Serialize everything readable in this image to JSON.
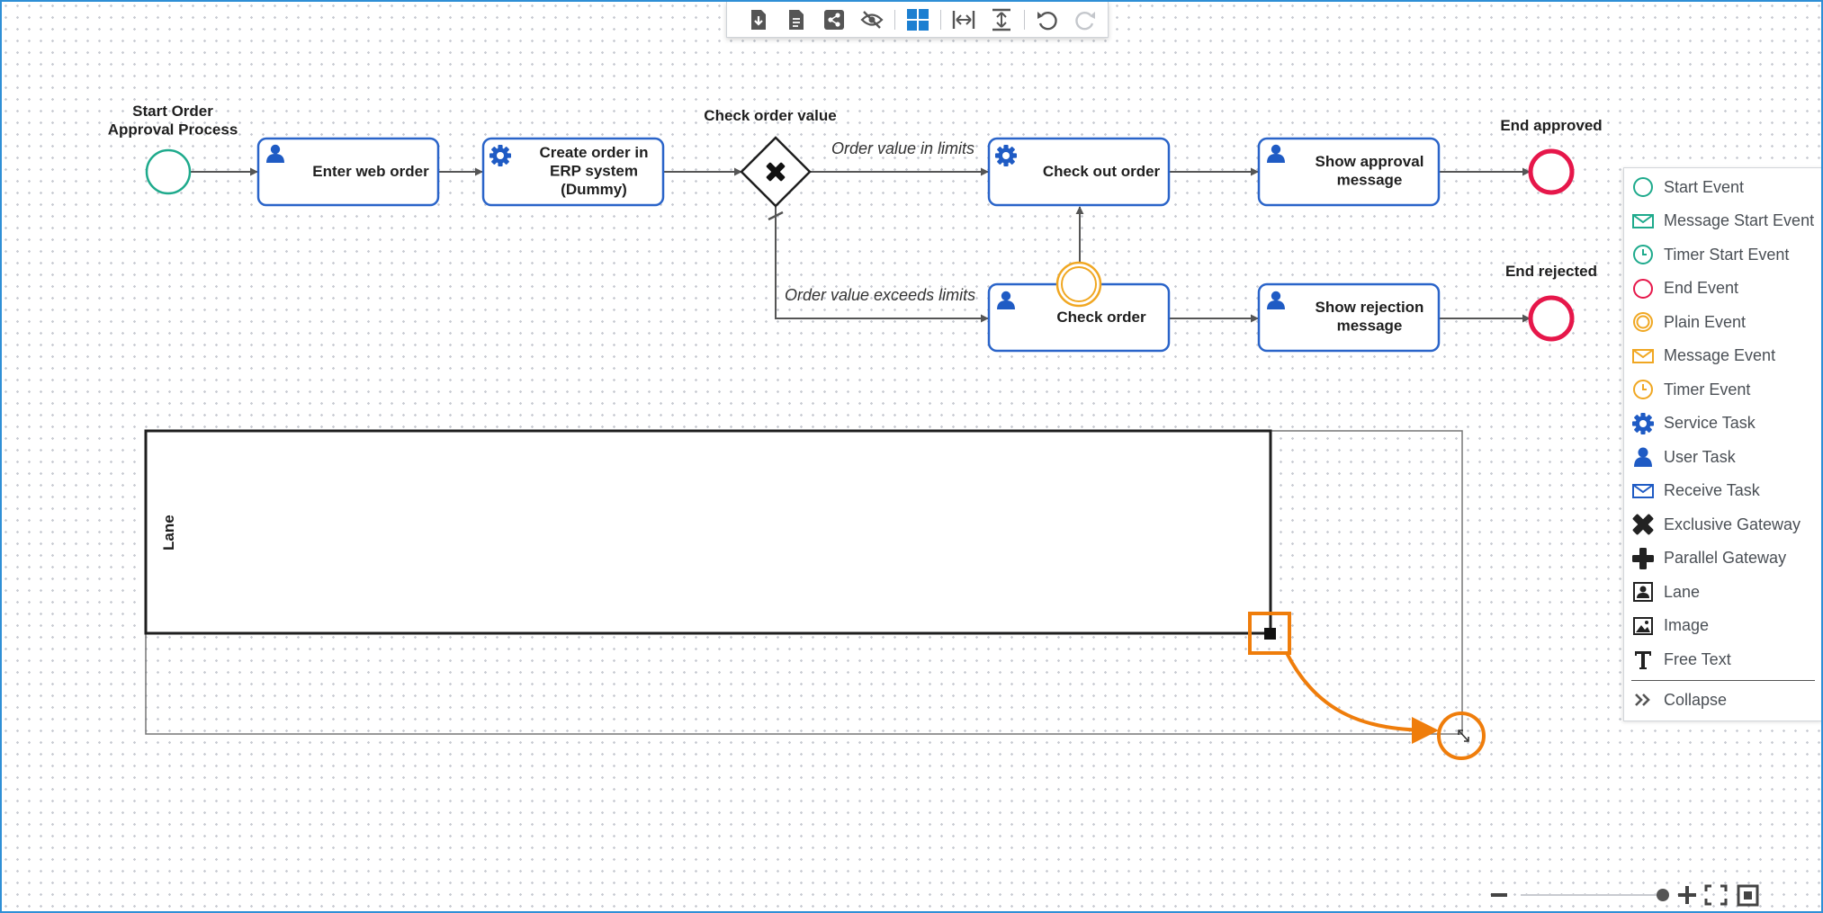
{
  "toolbar": {
    "buttons": [
      {
        "name": "download-icon"
      },
      {
        "name": "document-icon"
      },
      {
        "name": "share-icon"
      },
      {
        "name": "hide-icon"
      },
      {
        "name": "layout-grid-icon"
      },
      {
        "name": "fit-width-icon"
      },
      {
        "name": "fit-height-icon"
      },
      {
        "name": "undo-icon"
      },
      {
        "name": "redo-icon"
      }
    ]
  },
  "diagram": {
    "start_event_label": "Start Order\nApproval Process",
    "tasks": {
      "enter_web_order": "Enter web order",
      "create_order": "Create order in\nERP system\n(Dummy)",
      "check_out_order": "Check out order",
      "show_approval": "Show approval\nmessage",
      "check_order": "Check order",
      "show_rejection": "Show rejection\nmessage"
    },
    "gateway_label": "Check order value",
    "flow_in_limits": "Order value in limits",
    "flow_exceeds": "Order value exceeds limits",
    "end_approved": "End approved",
    "end_rejected": "End rejected",
    "lane_label": "Lane"
  },
  "palette": {
    "items": [
      {
        "label": "Start Event",
        "icon": "start-event-icon"
      },
      {
        "label": "Message Start Event",
        "icon": "message-start-event-icon"
      },
      {
        "label": "Timer Start Event",
        "icon": "timer-start-event-icon"
      },
      {
        "label": "End Event",
        "icon": "end-event-icon"
      },
      {
        "label": "Plain Event",
        "icon": "plain-event-icon"
      },
      {
        "label": "Message Event",
        "icon": "message-event-icon"
      },
      {
        "label": "Timer Event",
        "icon": "timer-event-icon"
      },
      {
        "label": "Service Task",
        "icon": "service-task-icon"
      },
      {
        "label": "User Task",
        "icon": "user-task-icon"
      },
      {
        "label": "Receive Task",
        "icon": "receive-task-icon"
      },
      {
        "label": "Exclusive Gateway",
        "icon": "exclusive-gateway-icon"
      },
      {
        "label": "Parallel Gateway",
        "icon": "parallel-gateway-icon"
      },
      {
        "label": "Lane",
        "icon": "lane-icon"
      },
      {
        "label": "Image",
        "icon": "image-icon"
      },
      {
        "label": "Free Text",
        "icon": "free-text-icon"
      }
    ],
    "collapse_label": "Collapse"
  },
  "colors": {
    "task_border": "#2a64c9",
    "start": "#1eaa8c",
    "end": "#e6174a",
    "intermediate": "#f0a722",
    "annotation": "#ef7d0b",
    "icon_blue": "#1f5bc4"
  },
  "zoom": {
    "level": 1.0
  }
}
